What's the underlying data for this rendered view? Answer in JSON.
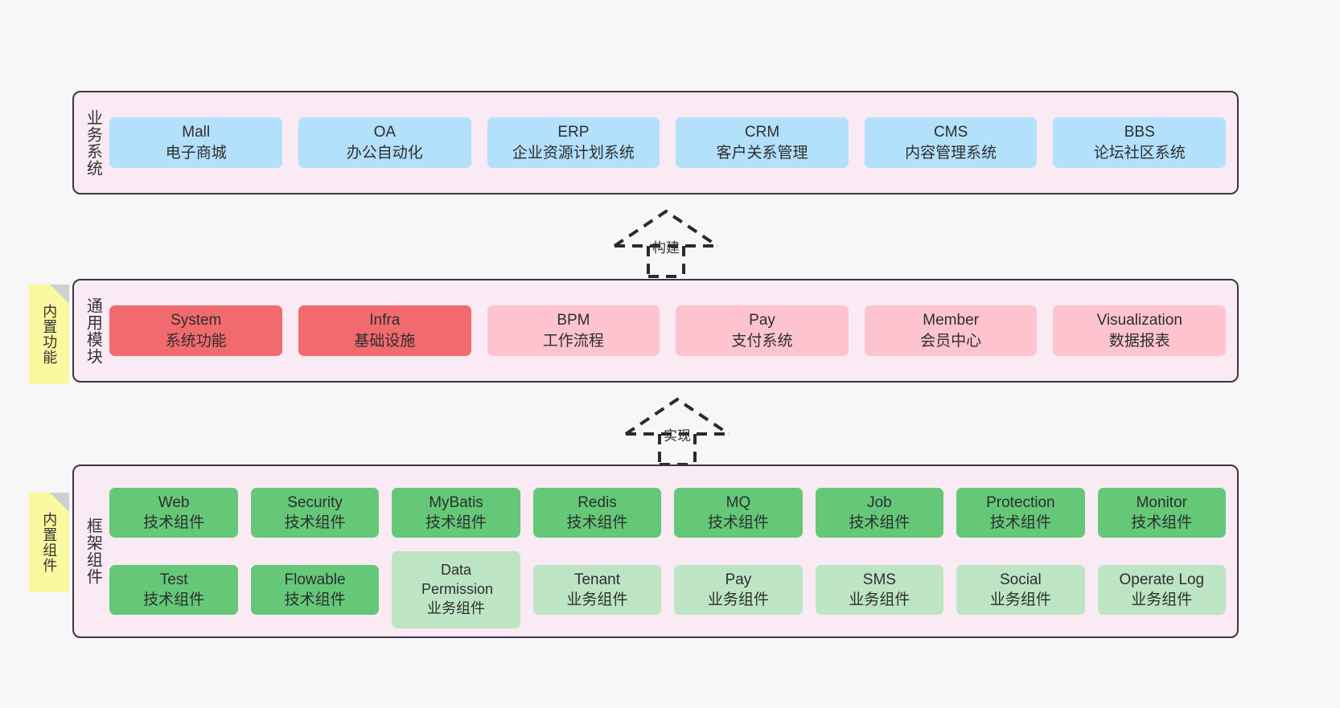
{
  "diagram": {
    "background_color": "#f7f7f7",
    "layer_fill": "#f9eaf4",
    "layer_border": "#3d3546",
    "note_fill": "#fbf9a0"
  },
  "business_layer": {
    "label": "业务系统",
    "accent": "#b3e0fb",
    "items": [
      {
        "name": "Mall",
        "desc": "电子商城"
      },
      {
        "name": "OA",
        "desc": "办公自动化"
      },
      {
        "name": "ERP",
        "desc": "企业资源计划系统"
      },
      {
        "name": "CRM",
        "desc": "客户关系管理"
      },
      {
        "name": "CMS",
        "desc": "内容管理系统"
      },
      {
        "name": "BBS",
        "desc": "论坛社区系统"
      }
    ]
  },
  "connector_build": {
    "label": "构建"
  },
  "module_layer": {
    "label": "通用模块",
    "note": "内置功能",
    "accent_strong": "#f16a6e",
    "accent_soft": "#fdc4cf",
    "items": [
      {
        "name": "System",
        "desc": "系统功能",
        "tone": "strong"
      },
      {
        "name": "Infra",
        "desc": "基础设施",
        "tone": "strong"
      },
      {
        "name": "BPM",
        "desc": "工作流程",
        "tone": "soft"
      },
      {
        "name": "Pay",
        "desc": "支付系统",
        "tone": "soft"
      },
      {
        "name": "Member",
        "desc": "会员中心",
        "tone": "soft"
      },
      {
        "name": "Visualization",
        "desc": "数据报表",
        "tone": "soft"
      }
    ]
  },
  "connector_implement": {
    "label": "实现"
  },
  "framework_layer": {
    "label": "框架组件",
    "note": "内置组件",
    "accent_tech": "#64c878",
    "accent_biz": "#bde5c4",
    "row_tech": [
      {
        "name": "Web",
        "desc": "技术组件",
        "tone": "tech"
      },
      {
        "name": "Security",
        "desc": "技术组件",
        "tone": "tech"
      },
      {
        "name": "MyBatis",
        "desc": "技术组件",
        "tone": "tech"
      },
      {
        "name": "Redis",
        "desc": "技术组件",
        "tone": "tech"
      },
      {
        "name": "MQ",
        "desc": "技术组件",
        "tone": "tech"
      },
      {
        "name": "Job",
        "desc": "技术组件",
        "tone": "tech"
      },
      {
        "name": "Protection",
        "desc": "技术组件",
        "tone": "tech"
      },
      {
        "name": "Monitor",
        "desc": "技术组件",
        "tone": "tech"
      }
    ],
    "row_biz": [
      {
        "name": "Test",
        "desc": "技术组件",
        "tone": "tech"
      },
      {
        "name": "Flowable",
        "desc": "技术组件",
        "tone": "tech"
      },
      {
        "name": "Data Permission",
        "desc": "业务组件",
        "tone": "biz"
      },
      {
        "name": "Tenant",
        "desc": "业务组件",
        "tone": "biz"
      },
      {
        "name": "Pay",
        "desc": "业务组件",
        "tone": "biz"
      },
      {
        "name": "SMS",
        "desc": "业务组件",
        "tone": "biz"
      },
      {
        "name": "Social",
        "desc": "业务组件",
        "tone": "biz"
      },
      {
        "name": "Operate Log",
        "desc": "业务组件",
        "tone": "biz"
      }
    ]
  }
}
